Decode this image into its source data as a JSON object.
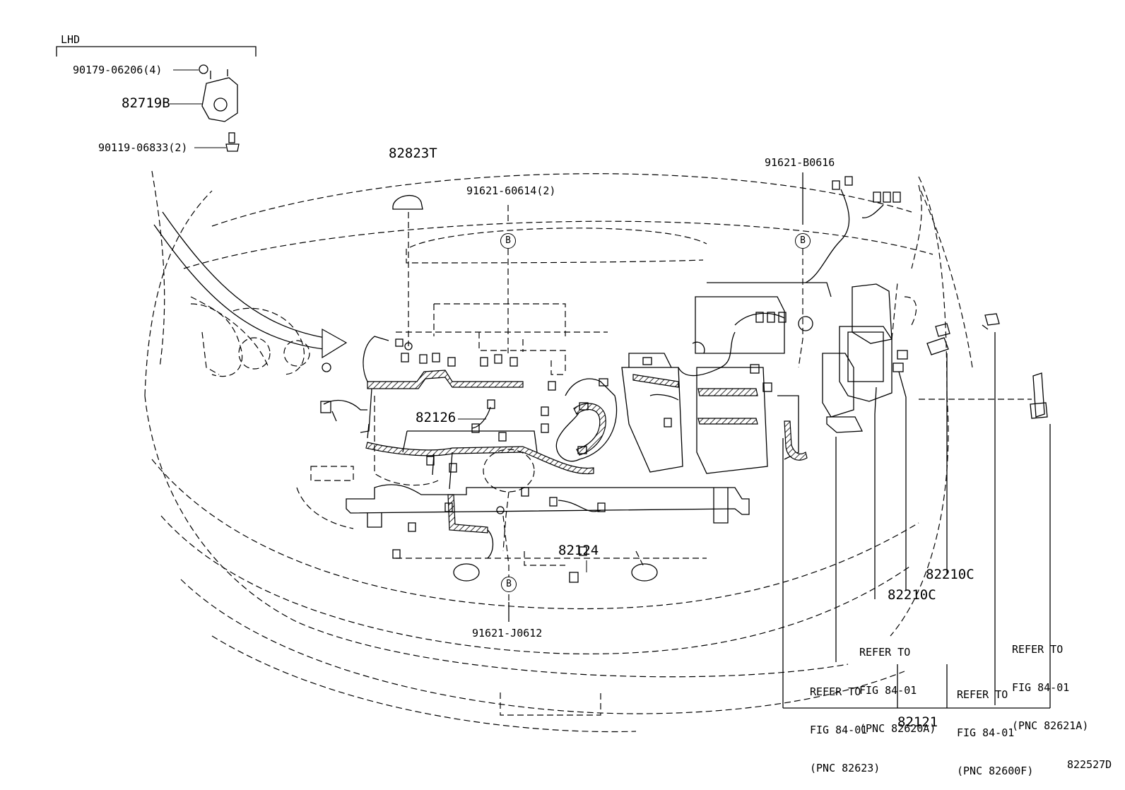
{
  "header": {
    "variant": "LHD"
  },
  "callouts": {
    "p_90179": "90179-06206(4)",
    "p_82719B": "82719B",
    "p_90119": "90119-06833(2)",
    "p_82823T": "82823T",
    "p_91621_60614": "91621-60614(2)",
    "p_91621_B0616": "91621-B0616",
    "p_82126": "82126",
    "p_82124": "82124",
    "p_91621_J0612": "91621-J0612",
    "p_82210C_a": "82210C",
    "p_82210C_b": "82210C",
    "p_82121": "82121"
  },
  "markers": {
    "b1": "B",
    "b2": "B",
    "b3": "B"
  },
  "refer_notes": {
    "n1": {
      "l1": "REFER TO",
      "l2": "FIG 84-01",
      "l3": "(PNC 82620A)"
    },
    "n2": {
      "l1": "REFER TO",
      "l2": "FIG 84-01",
      "l3": "(PNC 82621A)"
    },
    "n3": {
      "l1": "REFER TO",
      "l2": "FIG 84-01",
      "l3": "(PNC 82623)"
    },
    "n4": {
      "l1": "REFER TO",
      "l2": "FIG 84-01",
      "l3": "(PNC 82600F)"
    }
  },
  "figure_id": "822527D"
}
